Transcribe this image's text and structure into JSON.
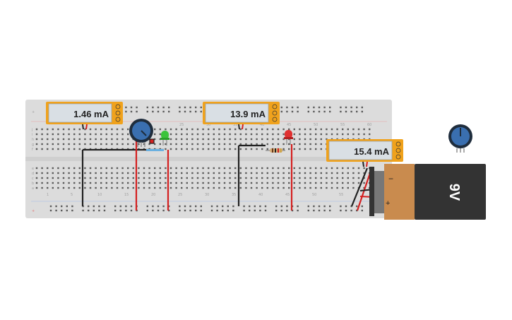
{
  "meters": {
    "m1": {
      "reading": "1.46 mA"
    },
    "m2": {
      "reading": "13.9 mA"
    },
    "m3": {
      "reading": "15.4 mA"
    }
  },
  "battery": {
    "label": "9V",
    "minus": "−",
    "plus": "+"
  },
  "breadboard": {
    "top_numbers": [
      "25",
      "30",
      "35",
      "40",
      "45",
      "50",
      "55",
      "60"
    ],
    "bottom_numbers": [
      "1",
      "5",
      "10",
      "15",
      "20",
      "25",
      "30",
      "35",
      "40",
      "45",
      "50",
      "55"
    ],
    "row_letters_top": [
      "j",
      "i",
      "h",
      "g",
      "f"
    ],
    "row_letters_bottom": [
      "e",
      "d",
      "c",
      "b",
      "a"
    ]
  },
  "colors": {
    "board": "#dcdcdc",
    "meter_frame": "#f0a21c",
    "meter_screen": "#d9dfe4",
    "battery_body": "#333333",
    "battery_cap": "#c98b4e",
    "pot_blue": "#3a6fb0",
    "wire_red": "#d42020",
    "wire_black": "#222222",
    "led_green": "#3cc43c",
    "led_red": "#e03030"
  }
}
